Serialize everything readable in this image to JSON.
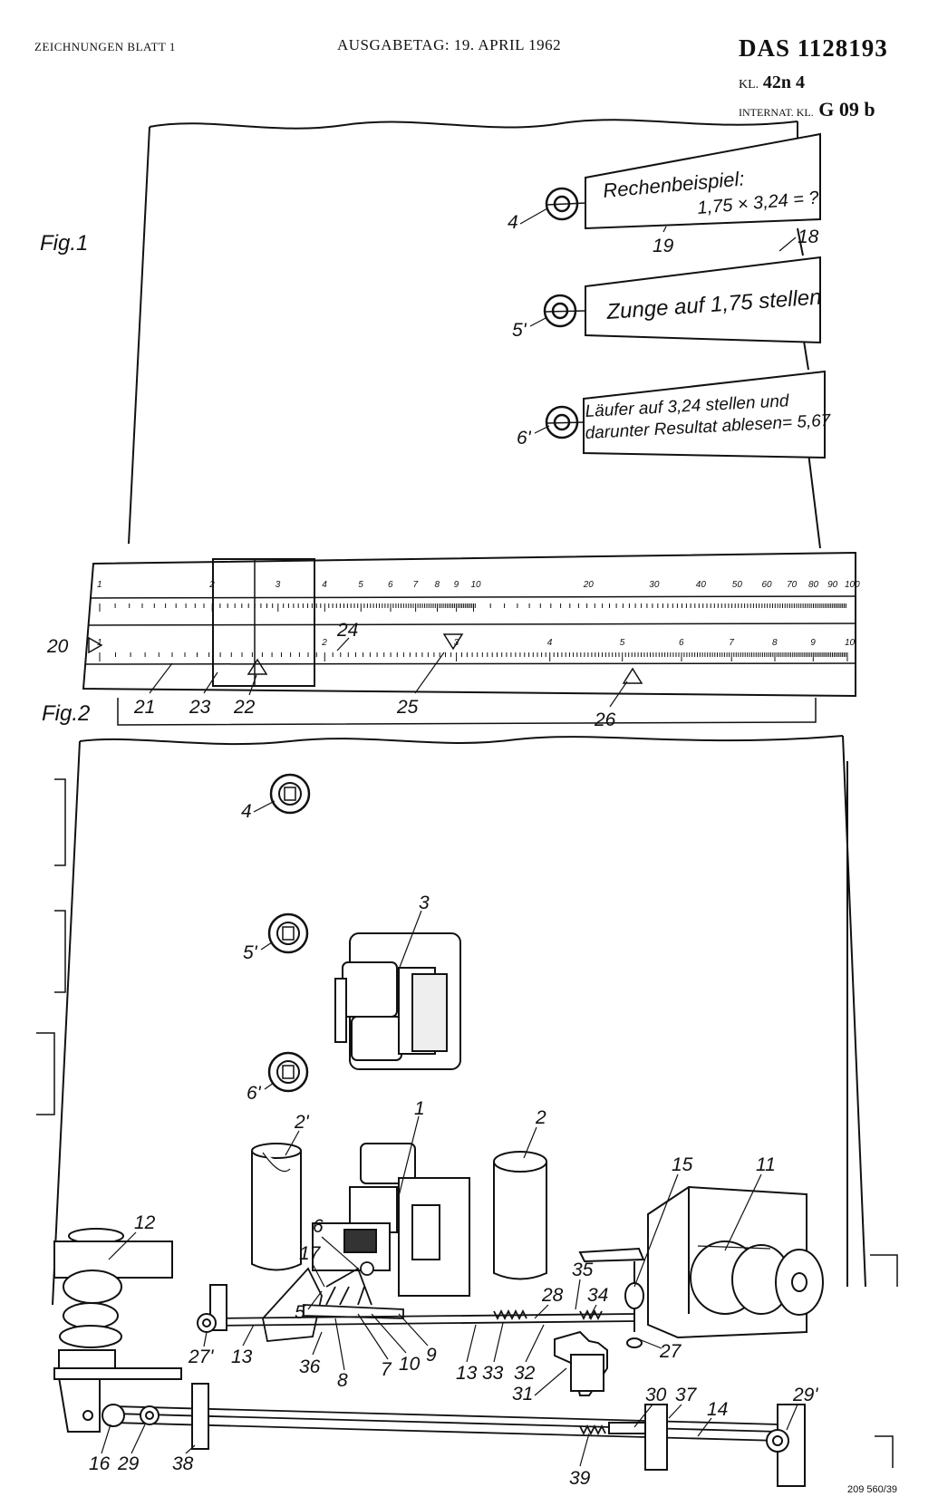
{
  "header": {
    "left": "ZEICHNUNGEN BLATT 1",
    "middle": "AUSGABETAG: 19. APRIL 1962",
    "das": "DAS 1128193",
    "kl_prefix": "KL.",
    "kl_value": "42n  4",
    "internat_prefix": "INTERNAT. KL.",
    "internat_value": "G 09 b"
  },
  "figures": {
    "fig1": "Fig.1",
    "fig2": "Fig.2"
  },
  "cards": [
    {
      "line1": "Rechenbeispiel:",
      "line2": "1,75 × 3,24 = ?"
    },
    {
      "line1": "Zunge auf 1,75 stellen"
    },
    {
      "line1": "Läufer auf 3,24 stellen und",
      "line2": "darunter Resultat ablesen= 5,67"
    }
  ],
  "fig1_refs": {
    "r4": "4",
    "r5": "5'",
    "r6": "6'",
    "r19": "19",
    "r18": "18"
  },
  "fig2_refs": {
    "r20": "20",
    "r21": "21",
    "r22": "22",
    "r23": "23",
    "r24": "24",
    "r25": "25",
    "r26": "26"
  },
  "scale_labels": {
    "upper": [
      "1",
      "2",
      "3",
      "4",
      "5",
      "6",
      "7",
      "8",
      "9",
      "10",
      "20",
      "30",
      "40",
      "50",
      "60",
      "70",
      "80",
      "90",
      "100"
    ],
    "lower": [
      "1",
      "2",
      "3",
      "4",
      "5",
      "6",
      "7",
      "8",
      "9",
      "10"
    ]
  },
  "mech_refs": {
    "r4": "4",
    "r5": "5'",
    "r6": "6'",
    "r3": "3",
    "r2p": "2'",
    "r1": "1",
    "r2": "2",
    "r15": "15",
    "r11": "11",
    "r12": "12",
    "r6b": "6",
    "r17": "17",
    "r5b": "5",
    "r35": "35",
    "r28": "28",
    "r34": "34",
    "r27p": "27'",
    "r13a": "13",
    "r36": "36",
    "r8": "8",
    "r7": "7",
    "r10": "10",
    "r9": "9",
    "r13b": "13",
    "r33": "33",
    "r32": "32",
    "r27": "27",
    "r31": "31",
    "r30": "30",
    "r37": "37",
    "r14": "14",
    "r29p": "29'",
    "r16": "16",
    "r29": "29",
    "r38": "38",
    "r39": "39"
  },
  "footer": "209 560/39"
}
